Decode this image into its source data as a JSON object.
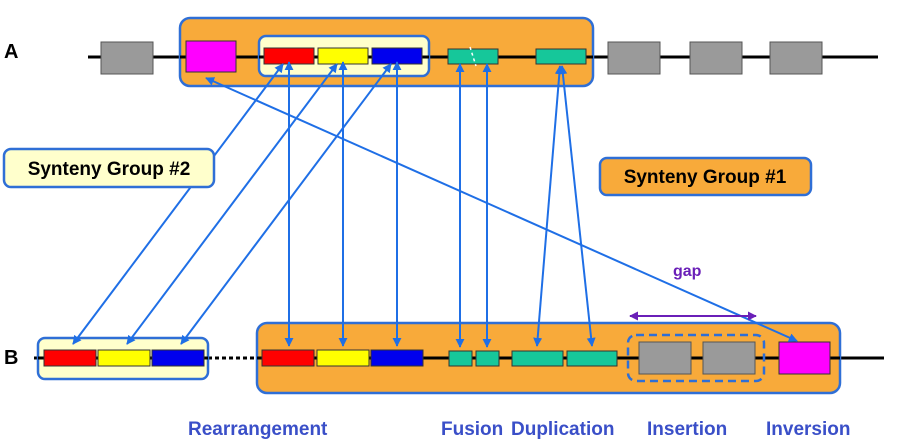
{
  "rows": {
    "a": "A",
    "b": "B"
  },
  "groups": {
    "group1": "Synteny Group #1",
    "group2": "Synteny Group #2"
  },
  "annotations": {
    "gap": "gap"
  },
  "events": {
    "rearrangement": "Rearrangement",
    "fusion": "Fusion",
    "duplication": "Duplication",
    "insertion": "Insertion",
    "inversion": "Inversion"
  },
  "colors": {
    "synteny_group_1": "#F8AA3A",
    "synteny_group_2": "#FFFFCC",
    "group_border": "#2F6FD6",
    "arrow": "#1F6FE6",
    "gap_arrow": "#6A1FB8",
    "event_text": "#3A4FC8",
    "gene_red": "#FF0000",
    "gene_yellow": "#FFFF00",
    "gene_blue": "#0000EE",
    "gene_teal": "#16C79A",
    "gene_magenta": "#FF00FF",
    "gene_gray": "#9A9A9A"
  }
}
